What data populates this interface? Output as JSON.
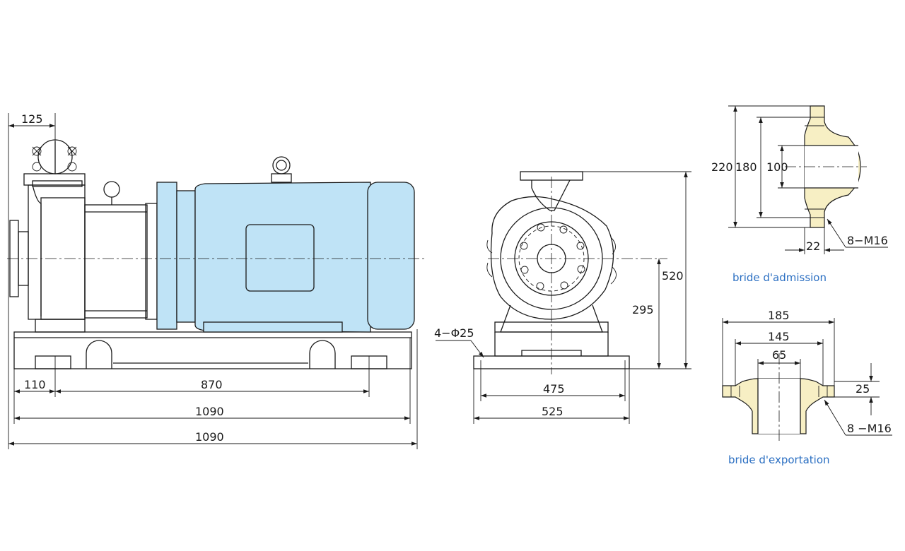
{
  "side_view": {
    "dims": {
      "top_offset": "125",
      "foot_offset": "110",
      "bolt_spacing": "870",
      "base_length": "1090",
      "overall_length": "1090"
    }
  },
  "front_view": {
    "dims": {
      "foot_holes": "4−Φ25",
      "total_height": "520",
      "center_height": "295",
      "foot_spacing": "475",
      "base_width": "525"
    }
  },
  "inlet_flange": {
    "caption": "bride d'admission",
    "dims": {
      "outer_diameter": "220",
      "bolt_circle": "180",
      "bore": "100",
      "thickness": "22",
      "bolts": "8−M16"
    }
  },
  "outlet_flange": {
    "caption": "bride d'exportation",
    "dims": {
      "outer_diameter": "185",
      "bolt_circle": "145",
      "bore": "65",
      "thickness": "25",
      "bolts": "8 −M16"
    }
  },
  "colors": {
    "motor": "#bfe3f6",
    "flange": "#f7efc4",
    "caption": "#2b6fc2"
  }
}
